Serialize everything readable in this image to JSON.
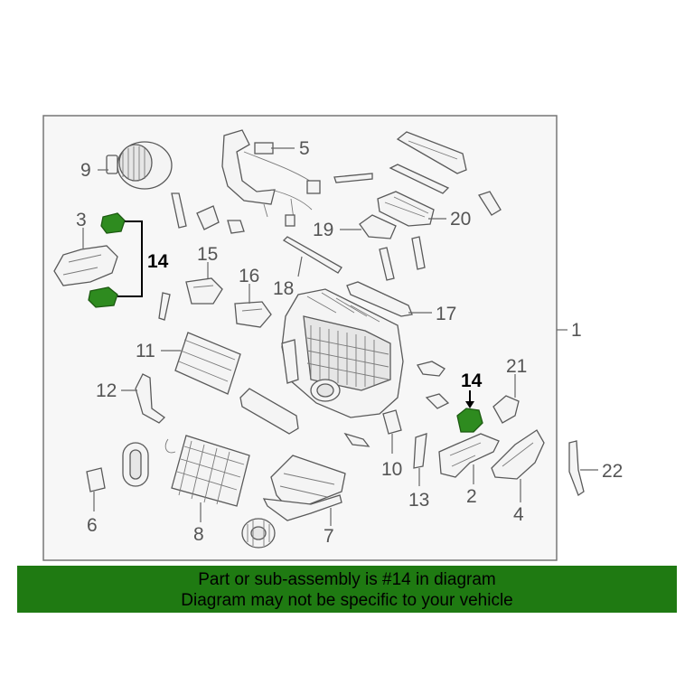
{
  "diagram": {
    "callouts": {
      "c1": "1",
      "c2": "2",
      "c3": "3",
      "c4": "4",
      "c5": "5",
      "c6": "6",
      "c7": "7",
      "c8": "8",
      "c9": "9",
      "c10": "10",
      "c11": "11",
      "c12": "12",
      "c13": "13",
      "c14a": "14",
      "c14b": "14",
      "c15": "15",
      "c16": "16",
      "c17": "17",
      "c18": "18",
      "c19": "19",
      "c20": "20",
      "c21": "21",
      "c22": "22"
    },
    "highlight_color": "#2e8b1f"
  },
  "banner": {
    "line1": "Part or sub-assembly is #14 in diagram",
    "line2": "Diagram may not be specific to your vehicle",
    "background": "#1f7a12"
  }
}
